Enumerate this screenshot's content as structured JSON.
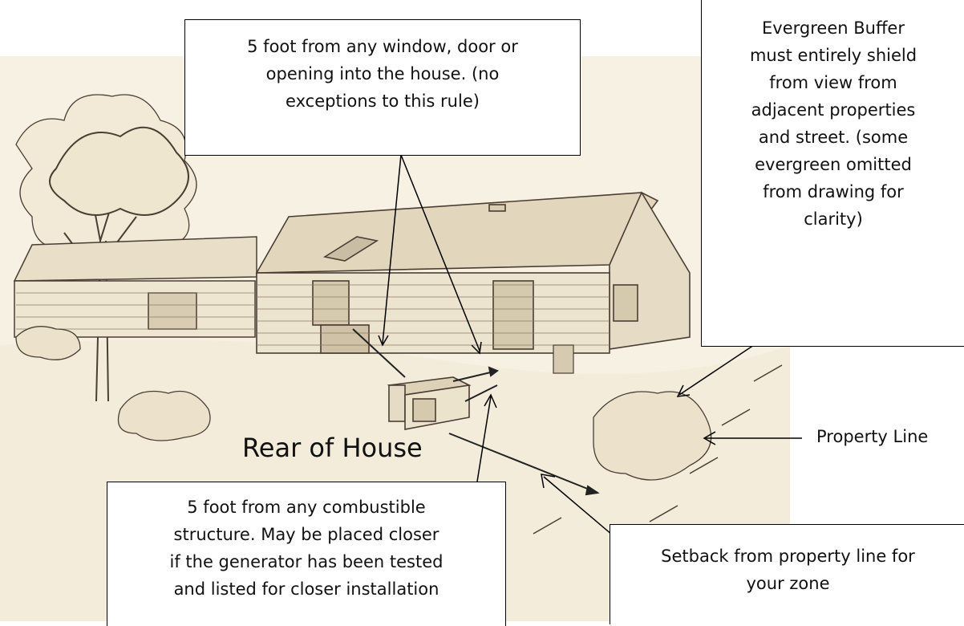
{
  "diagram": {
    "colors": {
      "paper": "#f7f1e3",
      "ink": "#4a3e33",
      "callout_border": "#000000",
      "text": "#111111"
    },
    "labels": {
      "rear_of_house": "Rear of House",
      "property_line": "Property Line"
    },
    "callouts": {
      "window_distance": "5 foot from any window, door or\nopening into the house. (no\nexceptions to this rule)",
      "evergreen_buffer": "Evergreen Buffer\nmust entirely shield\nfrom view from\nadjacent properties\nand street. (some\nevergreen omitted\nfrom drawing for\nclarity)",
      "combustible": "5 foot from any combustible\nstructure. May be placed closer\nif the generator has been tested\nand listed for closer installation",
      "setback": "Setback from property line for\nyour zone"
    }
  }
}
